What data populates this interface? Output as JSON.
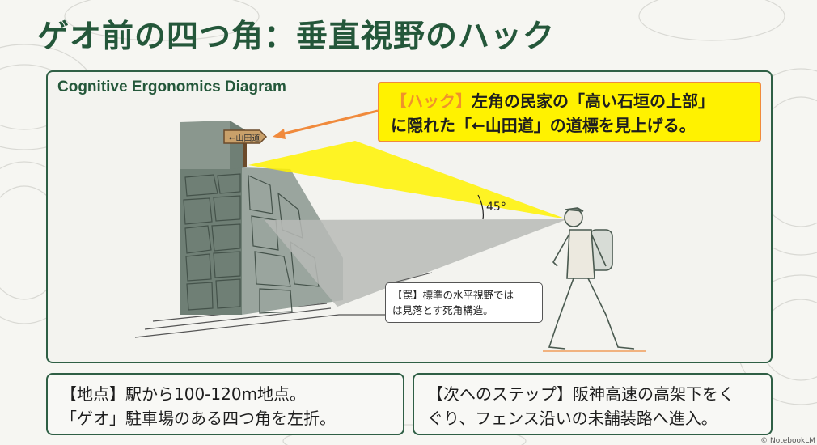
{
  "title": "ゲオ前の四つ角：垂直視野のハック",
  "diagram_label": "Cognitive Ergonomics Diagram",
  "signpost_text": "←山田道",
  "hack": {
    "tag": "【ハック】",
    "line1": "左角の民家の「高い石垣の上部」",
    "line2": "に隠れた「←山田道」の道標を見上げる。"
  },
  "angle_label": "45°",
  "trap": {
    "line1": "【罠】標準の水平視野では",
    "line2": "は見落とす死角構造。"
  },
  "location": {
    "line1": "【地点】駅から100-120m地点。",
    "line2": "「ゲオ」駐車場のある四つ角を左折。"
  },
  "next_step": {
    "line1": "【次へのステップ】阪神高速の高架下をく",
    "line2": "ぐり、フェンス沿いの未舗装路へ進入。"
  },
  "credit": "© NotebookLM",
  "colors": {
    "title_green": "#24573a",
    "highlight_yellow": "#fff200",
    "accent_orange": "#f08a3c",
    "frame_green": "#2f5f45"
  }
}
